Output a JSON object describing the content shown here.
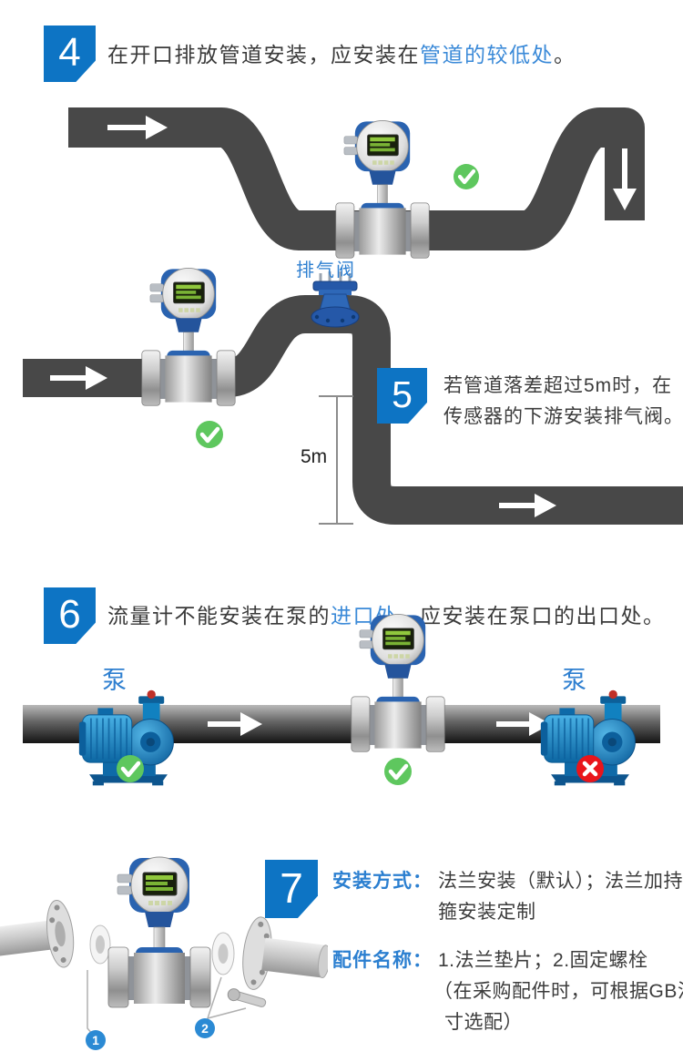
{
  "colors": {
    "box_blue": "#0d74c4",
    "accent_blue": "#3b8ad8",
    "label_blue": "#2e7fd0",
    "check_green": "#5ec75e",
    "cross_red": "#e9151b",
    "pipe_dark": "#484848"
  },
  "section4": {
    "number": "4",
    "title_pre": "在开口排放管道安装，应安装在",
    "title_highlight": "管道的较低处",
    "title_post": "。"
  },
  "section5": {
    "number": "5",
    "valve_label": "排气阀",
    "dimension_label": "5m",
    "text_line1": "若管道落差超过5m时，在",
    "text_line2": "传感器的下游安装排气阀。"
  },
  "section6": {
    "number": "6",
    "title_pre": "流量计不能安装在泵的",
    "title_highlight": "进口处",
    "title_post": "，应安装在泵口的出口处。",
    "pump_label_left": "泵",
    "pump_label_right": "泵"
  },
  "section7": {
    "number": "7",
    "install_label": "安装方式：",
    "install_line1": "法兰安装（默认）；法兰加持/卡",
    "install_line2": "箍安装定制",
    "parts_label": "配件名称：",
    "parts_line1": "1.法兰垫片；2.固定螺栓",
    "parts_line2": "（在采购配件时，可根据GB法兰尺",
    "parts_line3": "寸选配）",
    "marker1": "1",
    "marker2": "2"
  }
}
